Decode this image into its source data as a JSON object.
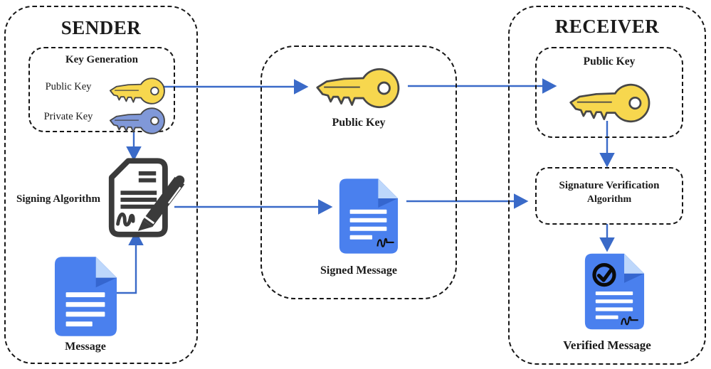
{
  "sender": {
    "title": "SENDER",
    "key_generation_title": "Key Generation",
    "public_key_label": "Public Key",
    "private_key_label": "Private Key",
    "signing_algorithm_label": "Signing Algorithm",
    "message_label": "Message"
  },
  "channel": {
    "public_key_label": "Public Key",
    "signed_message_label": "Signed Message"
  },
  "receiver": {
    "title": "RECEIVER",
    "public_key_label": "Public Key",
    "verification_label_line1": "Signature Verification",
    "verification_label_line2": "Algorithm",
    "verified_message_label": "Verified Message"
  },
  "icons": {
    "sender_public_key": "yellow-key-icon",
    "sender_private_key": "blue-key-icon",
    "signing_algorithm": "document-pen-icon",
    "message": "blue-document-icon",
    "channel_public_key": "yellow-key-icon",
    "signed_message": "blue-document-signature-icon",
    "receiver_public_key": "yellow-key-icon",
    "verified_message": "blue-document-check-icon"
  },
  "colors": {
    "arrow": "#3a6ac8",
    "key-yellow": "#f7d74e",
    "key-blue": "#8098d8",
    "key-stroke": "#474747",
    "doc-blue": "#4a80ee",
    "fold-light": "#bdd7fb",
    "fold-dark": "#3566cf",
    "icon-dark": "#3b3b3b",
    "border": "#161616",
    "text": "#1b1b1b"
  }
}
